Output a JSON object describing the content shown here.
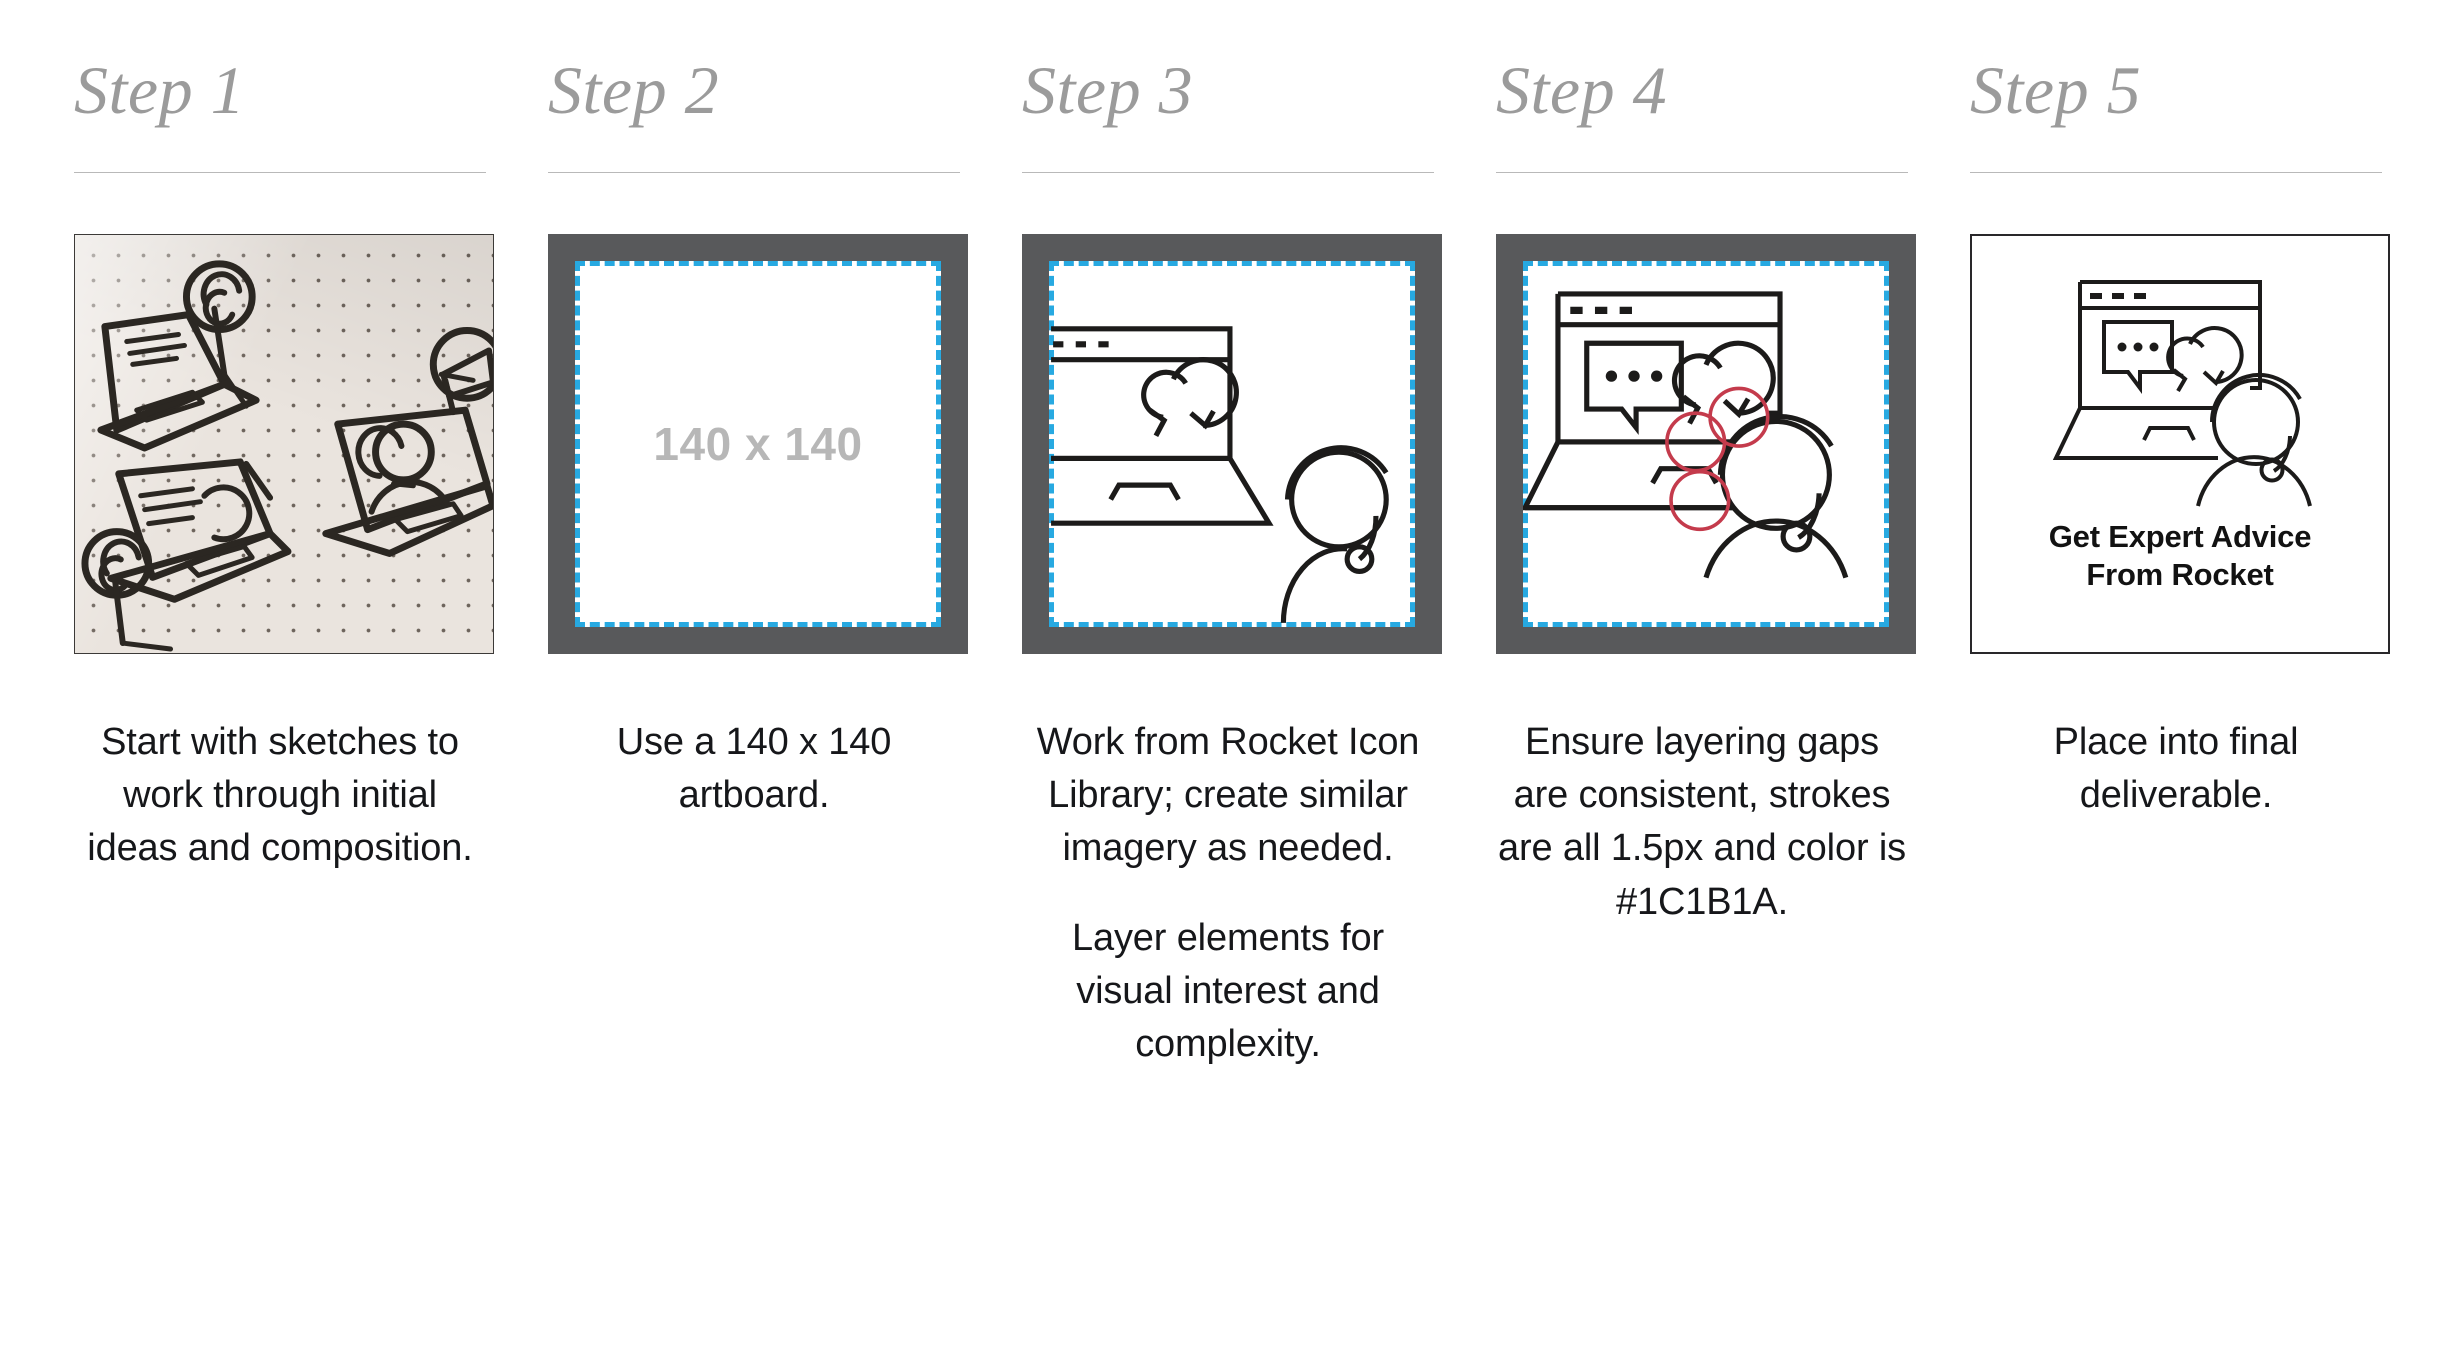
{
  "palette": {
    "heading_gray": "#9B9B9B",
    "divider_gray": "#B9B9B9",
    "artboard_frame": "#58595B",
    "artboard_guide_blue": "#27A9E1",
    "annotation_red": "#C43B4C",
    "icon_stroke": "#1C1B1A",
    "placeholder_gray": "#B7B7B7",
    "body_text": "#16171A",
    "sketch_paper": "#EAE4DE"
  },
  "steps": [
    {
      "title": "Step 1",
      "artwork": {
        "kind": "sketch-photo",
        "name": "hand-drawn-sketch-on-dot-grid-paper"
      },
      "caption": [
        "Start with sketches to work through initial ideas and composition."
      ]
    },
    {
      "title": "Step 2",
      "artwork": {
        "kind": "artboard-placeholder",
        "name": "empty-140x140-artboard",
        "placeholder_label": "140 x 140"
      },
      "caption": [
        "Use a 140 x 140 artboard."
      ]
    },
    {
      "title": "Step 3",
      "artwork": {
        "kind": "artboard-icon",
        "name": "laptop-and-agent-icon-in-progress"
      },
      "caption": [
        "Work from Rocket Icon Library; create similar imagery as needed.",
        "Layer elements for visual interest and complexity."
      ]
    },
    {
      "title": "Step 4",
      "artwork": {
        "kind": "artboard-icon-annotated",
        "name": "laptop-and-agent-icon-with-gap-annotations"
      },
      "caption": [
        "Ensure layering gaps are consistent, strokes are all 1.5px and color is #1C1B1A."
      ]
    },
    {
      "title": "Step 5",
      "artwork": {
        "kind": "final-deliverable",
        "name": "final-deliverable-card",
        "deliverable_caption_line1": "Get Expert Advice",
        "deliverable_caption_line2": "From Rocket"
      },
      "caption": [
        "Place into final deliverable."
      ]
    }
  ]
}
